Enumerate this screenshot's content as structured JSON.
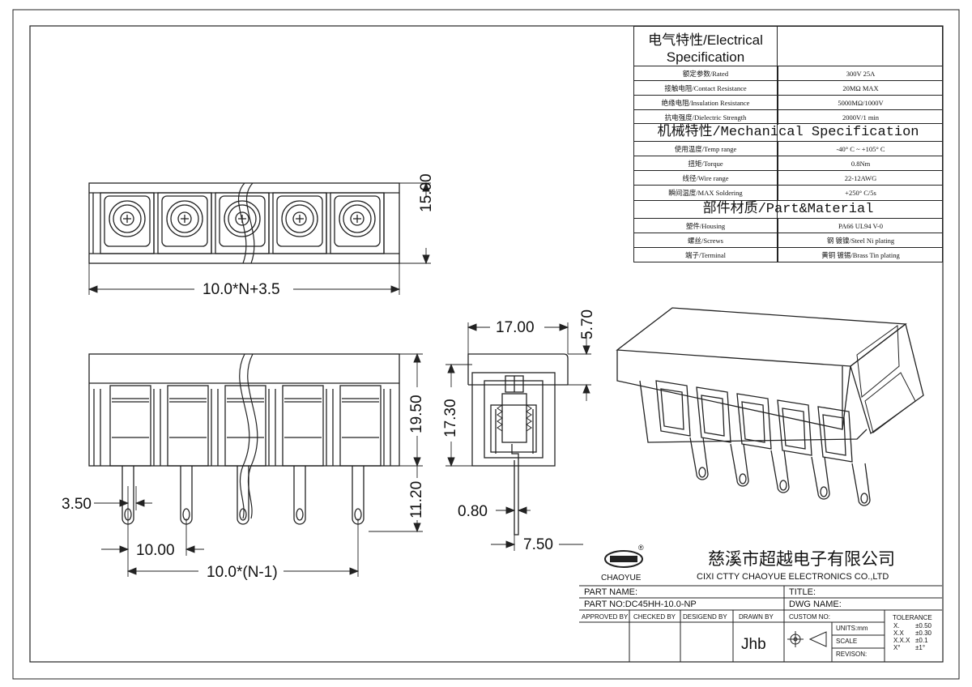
{
  "spec": {
    "electrical_title": [
      "电气特性/Electrical",
      "Specification"
    ],
    "electrical_rows": [
      {
        "label": "额定参数/Rated",
        "value": "300V  25A"
      },
      {
        "label": "接触电阻/Contact Resistance",
        "value": "20MΩ MAX"
      },
      {
        "label": "绝缘电阻/Insulation Resistance",
        "value": "5000MΩ/1000V"
      },
      {
        "label": "抗电强度/Dielectric Strength",
        "value": "2000V/1 min"
      }
    ],
    "mechanical_title": "机械特性/Mechanical Specification",
    "mechanical_rows": [
      {
        "label": "使用温度/Temp range",
        "value": "-40° C ~ +105° C"
      },
      {
        "label": "扭矩/Torque",
        "value": "0.8Nm"
      },
      {
        "label": "线径/Wire range",
        "value": "22-12AWG"
      },
      {
        "label": "瞬间温度/MAX Soldering",
        "value": "+250° C/5s"
      }
    ],
    "material_title": "部件材质/Part&Material",
    "material_rows": [
      {
        "label": "塑件/Housing",
        "value": "PA66 UL94 V-0"
      },
      {
        "label": "螺丝/Screws",
        "value": "钢 镀镍/Steel Ni plating"
      },
      {
        "label": "端子/Terminal",
        "value": "黄铜 镀锡/Brass Tin  plating"
      }
    ]
  },
  "dimensions": {
    "top_height": "15.00",
    "top_length": "10.0*N+3.5",
    "side_width": "17.00",
    "side_top": "5.70",
    "front_height": "19.50",
    "side_height": "17.30",
    "pin_length": "11.20",
    "pin_width": "3.50",
    "pin_thickness": "0.80",
    "pin_offset": "7.50",
    "pitch": "10.00",
    "total_pitch": "10.0*(N-1)"
  },
  "title_block": {
    "logo_text": "CHAOYUE",
    "company_cn": "慈溪市超越电子有限公司",
    "company_en": "CIXI CTTY CHAOYUE ELECTRONICS CO.,LTD",
    "part_name_label": "PART NAME:",
    "title_label": "TITLE:",
    "part_no": "PART NO:DC45HH-10.0-NP",
    "dwg_name_label": "DWG NAME:",
    "approved_by": "APPROVED BY",
    "checked_by": "CHECKED BY",
    "designed_by": "DESIGEND BY",
    "drawn_by": "DRAWN BY",
    "drawn_by_name": "Jhb",
    "custom_no": "CUSTOM NO:",
    "units": "UNITS:mm",
    "scale": "SCALE",
    "revision": "REVISON:",
    "tolerance_title": "TOLERANCE",
    "tolerances": [
      {
        "k": "X.",
        "v": "±0.50"
      },
      {
        "k": "X.X",
        "v": "±0.30"
      },
      {
        "k": "X.X.X",
        "v": "±0.1"
      },
      {
        "k": "X°",
        "v": "±1°"
      }
    ]
  }
}
